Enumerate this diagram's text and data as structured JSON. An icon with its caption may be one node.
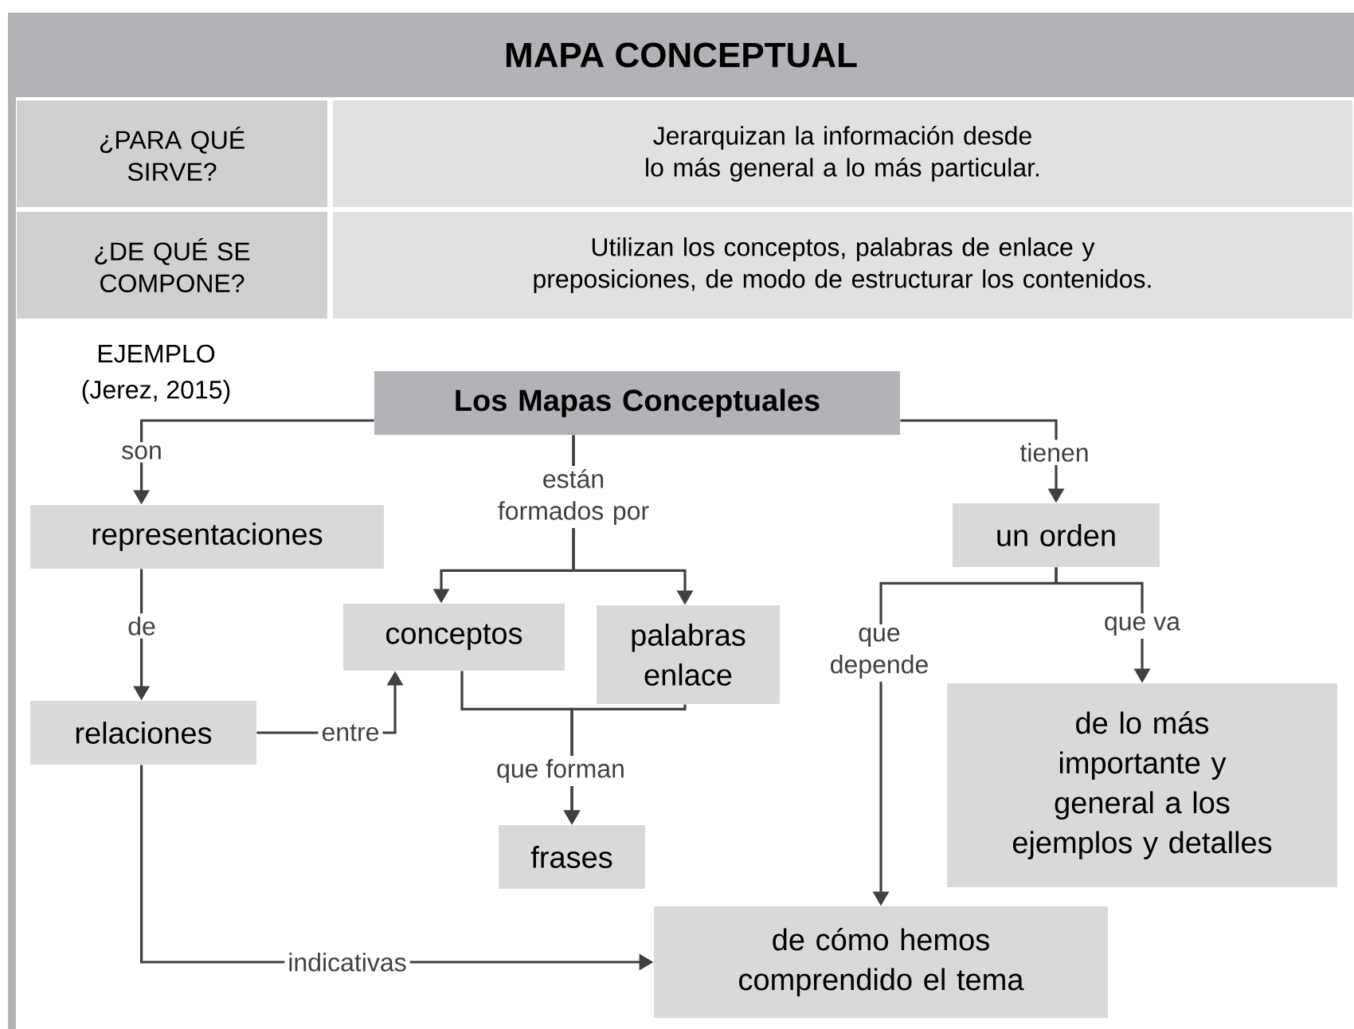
{
  "diagram": {
    "title": "MAPA CONCEPTUAL",
    "nodes": [
      {
        "text": [
          "Los Mapas Conceptuales"
        ]
      },
      {
        "text": [
          "representaciones"
        ]
      },
      {
        "text": [
          "un orden"
        ]
      },
      {
        "text": [
          "conceptos"
        ]
      },
      {
        "text": [
          "palabras enlace"
        ]
      },
      {
        "text": [
          "relaciones"
        ]
      },
      {
        "text": [
          "de lo más importante y general a los ejemplos y detalles"
        ]
      },
      {
        "text": [
          "frases"
        ]
      },
      {
        "text": [
          "de cómo hemos comprendido el tema"
        ]
      }
    ],
    "edges": [
      {
        "from": 0,
        "to": 1,
        "arrow": "to",
        "label": "son"
      },
      {
        "from": 0,
        "to": 3,
        "arrow": "to",
        "label": "están formados por"
      },
      {
        "from": 0,
        "to": 4,
        "arrow": "to"
      },
      {
        "from": 0,
        "to": 2,
        "arrow": "to",
        "label": "tienen"
      },
      {
        "from": 1,
        "to": 5,
        "arrow": "to",
        "label": "de"
      },
      {
        "from": 5,
        "to": 3,
        "arrow": "to",
        "label": "entre"
      },
      {
        "from": 3,
        "to": 7,
        "arrow": "to",
        "label": "que forman"
      },
      {
        "from": 4,
        "to": 7,
        "arrow": "to"
      },
      {
        "from": 2,
        "to": 8,
        "arrow": "to",
        "label": "que depende"
      },
      {
        "from": 2,
        "to": 6,
        "arrow": "to",
        "label": "que va"
      },
      {
        "from": 5,
        "to": 8,
        "arrow": "to",
        "label": "indicativas"
      }
    ],
    "labels": [
      "¿PARA QUÉ SIRVE?",
      "Jerarquizan la información desde lo más general a lo más particular.",
      "¿DE QUÉ SE COMPONE?",
      "Utilizan los conceptos, palabras de enlace y preposiciones, de modo de estructurar los contenidos.",
      "EJEMPLO",
      "(Jerez, 2015)"
    ]
  }
}
